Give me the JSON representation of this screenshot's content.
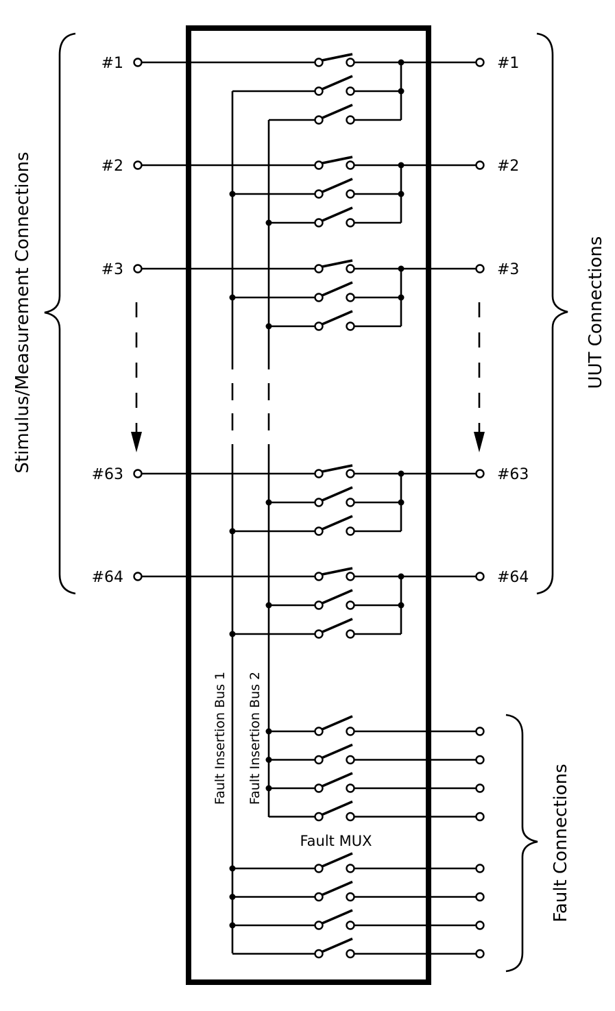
{
  "diagram": {
    "title": "Fault insertion switching matrix",
    "colors": {
      "ink": "#000000",
      "background": "#ffffff"
    },
    "labels": {
      "left_group": "Stimulus/Measurement Connections",
      "right_group": "UUT Connections",
      "fault_group": "Fault Connections",
      "bus1": "Fault Insertion Bus 1",
      "bus2": "Fault Insertion Bus 2",
      "mux": "Fault MUX"
    },
    "channels": [
      {
        "label": "#1",
        "bus1_row": 2,
        "bus2_row": 3,
        "through_closed": true
      },
      {
        "label": "#2",
        "bus1_row": 2,
        "bus2_row": 3,
        "through_closed": true
      },
      {
        "label": "#3",
        "bus1_row": 2,
        "bus2_row": 3,
        "through_closed": true
      },
      {
        "label": "#63",
        "bus1_row": 3,
        "bus2_row": 2,
        "through_closed": true
      },
      {
        "label": "#64",
        "bus1_row": 3,
        "bus2_row": 2,
        "through_closed": true
      }
    ],
    "ellipsis_between": [
      "#3",
      "#63"
    ],
    "fault_mux": {
      "bus2_outputs": 4,
      "bus1_outputs": 4
    }
  }
}
